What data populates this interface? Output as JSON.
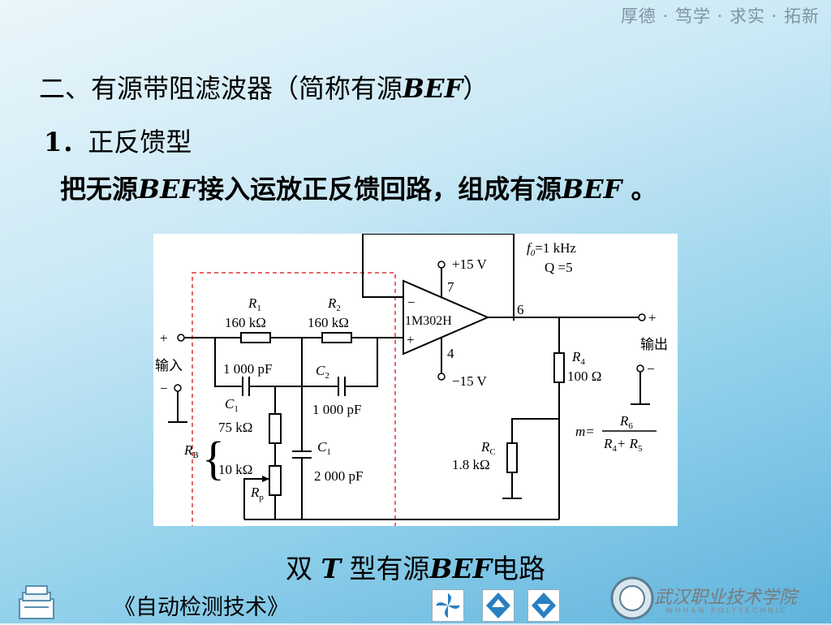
{
  "header": {
    "motto": "厚德 · 笃学 · 求实 · 拓新"
  },
  "slide": {
    "heading_pre": "二、有源带阻滤波器（简称有源",
    "heading_bef": "BEF",
    "heading_post": "）",
    "sub_num": "1．",
    "sub_text": "正反馈型",
    "desc_pre": "把无源",
    "desc_bef1": "BEF",
    "desc_mid": "接入运放正反馈回路，组成有源",
    "desc_bef2": "BEF",
    "desc_post": " 。"
  },
  "circuit": {
    "f0": "=1 kHz",
    "q": "Q =5",
    "vplus": "+15 V",
    "vminus": "−15 V",
    "pin7": "7",
    "pin4": "4",
    "pin6": "6",
    "opamp": "1M302H",
    "minus": "−",
    "plus": "+",
    "r1_name": "R",
    "r1_sub": "1",
    "r1_val": "160 kΩ",
    "r2_name": "R",
    "r2_sub": "2",
    "r2_val": "160 kΩ",
    "input_plus": "+",
    "input_label": "输入",
    "input_minus": "−",
    "output_plus": "+",
    "output_label": "输出",
    "output_minus": "−",
    "c1top_val": "1 000 pF",
    "c1top_name": "C",
    "c1top_sub": "1",
    "c2_name": "C",
    "c2_sub": "2",
    "c2_val": "1 000 pF",
    "rb_name": "R",
    "rb_sub": "B",
    "r75_val": "75 kΩ",
    "r10_val": "10 kΩ",
    "rp_name": "R",
    "rp_sub": "p",
    "c1bot_name": "C",
    "c1bot_sub": "1",
    "c1bot_val": "2 000 pF",
    "r4_name": "R",
    "r4_sub": "4",
    "r4_val": "100 Ω",
    "rc_name": "R",
    "rc_sub": "C",
    "rc_val": "1.8 kΩ",
    "m_label": "m=",
    "m_num": "R",
    "m_num_sub": "6",
    "m_den": "R",
    "m_den_sub1": "4",
    "m_den_plus": "+ R",
    "m_den_sub2": "5"
  },
  "caption": {
    "pre": "双 ",
    "t": "T",
    "mid": " 型有源",
    "bef": "BEF",
    "post": "电路"
  },
  "footer": {
    "book": "《自动检测技术》",
    "school_cn": "武汉职业技术学院",
    "school_en": "WHHAN POLYTECHNIC"
  }
}
